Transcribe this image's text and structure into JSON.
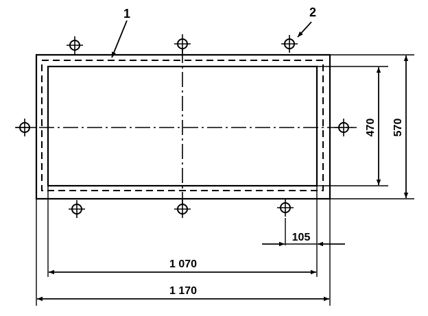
{
  "callouts": [
    {
      "label": "1"
    },
    {
      "label": "2"
    }
  ],
  "dimensions": {
    "inner_width": "1 070",
    "outer_width": "1 170",
    "inner_height": "470",
    "outer_height": "570",
    "edge_offset": "105"
  },
  "hole_count": 8
}
